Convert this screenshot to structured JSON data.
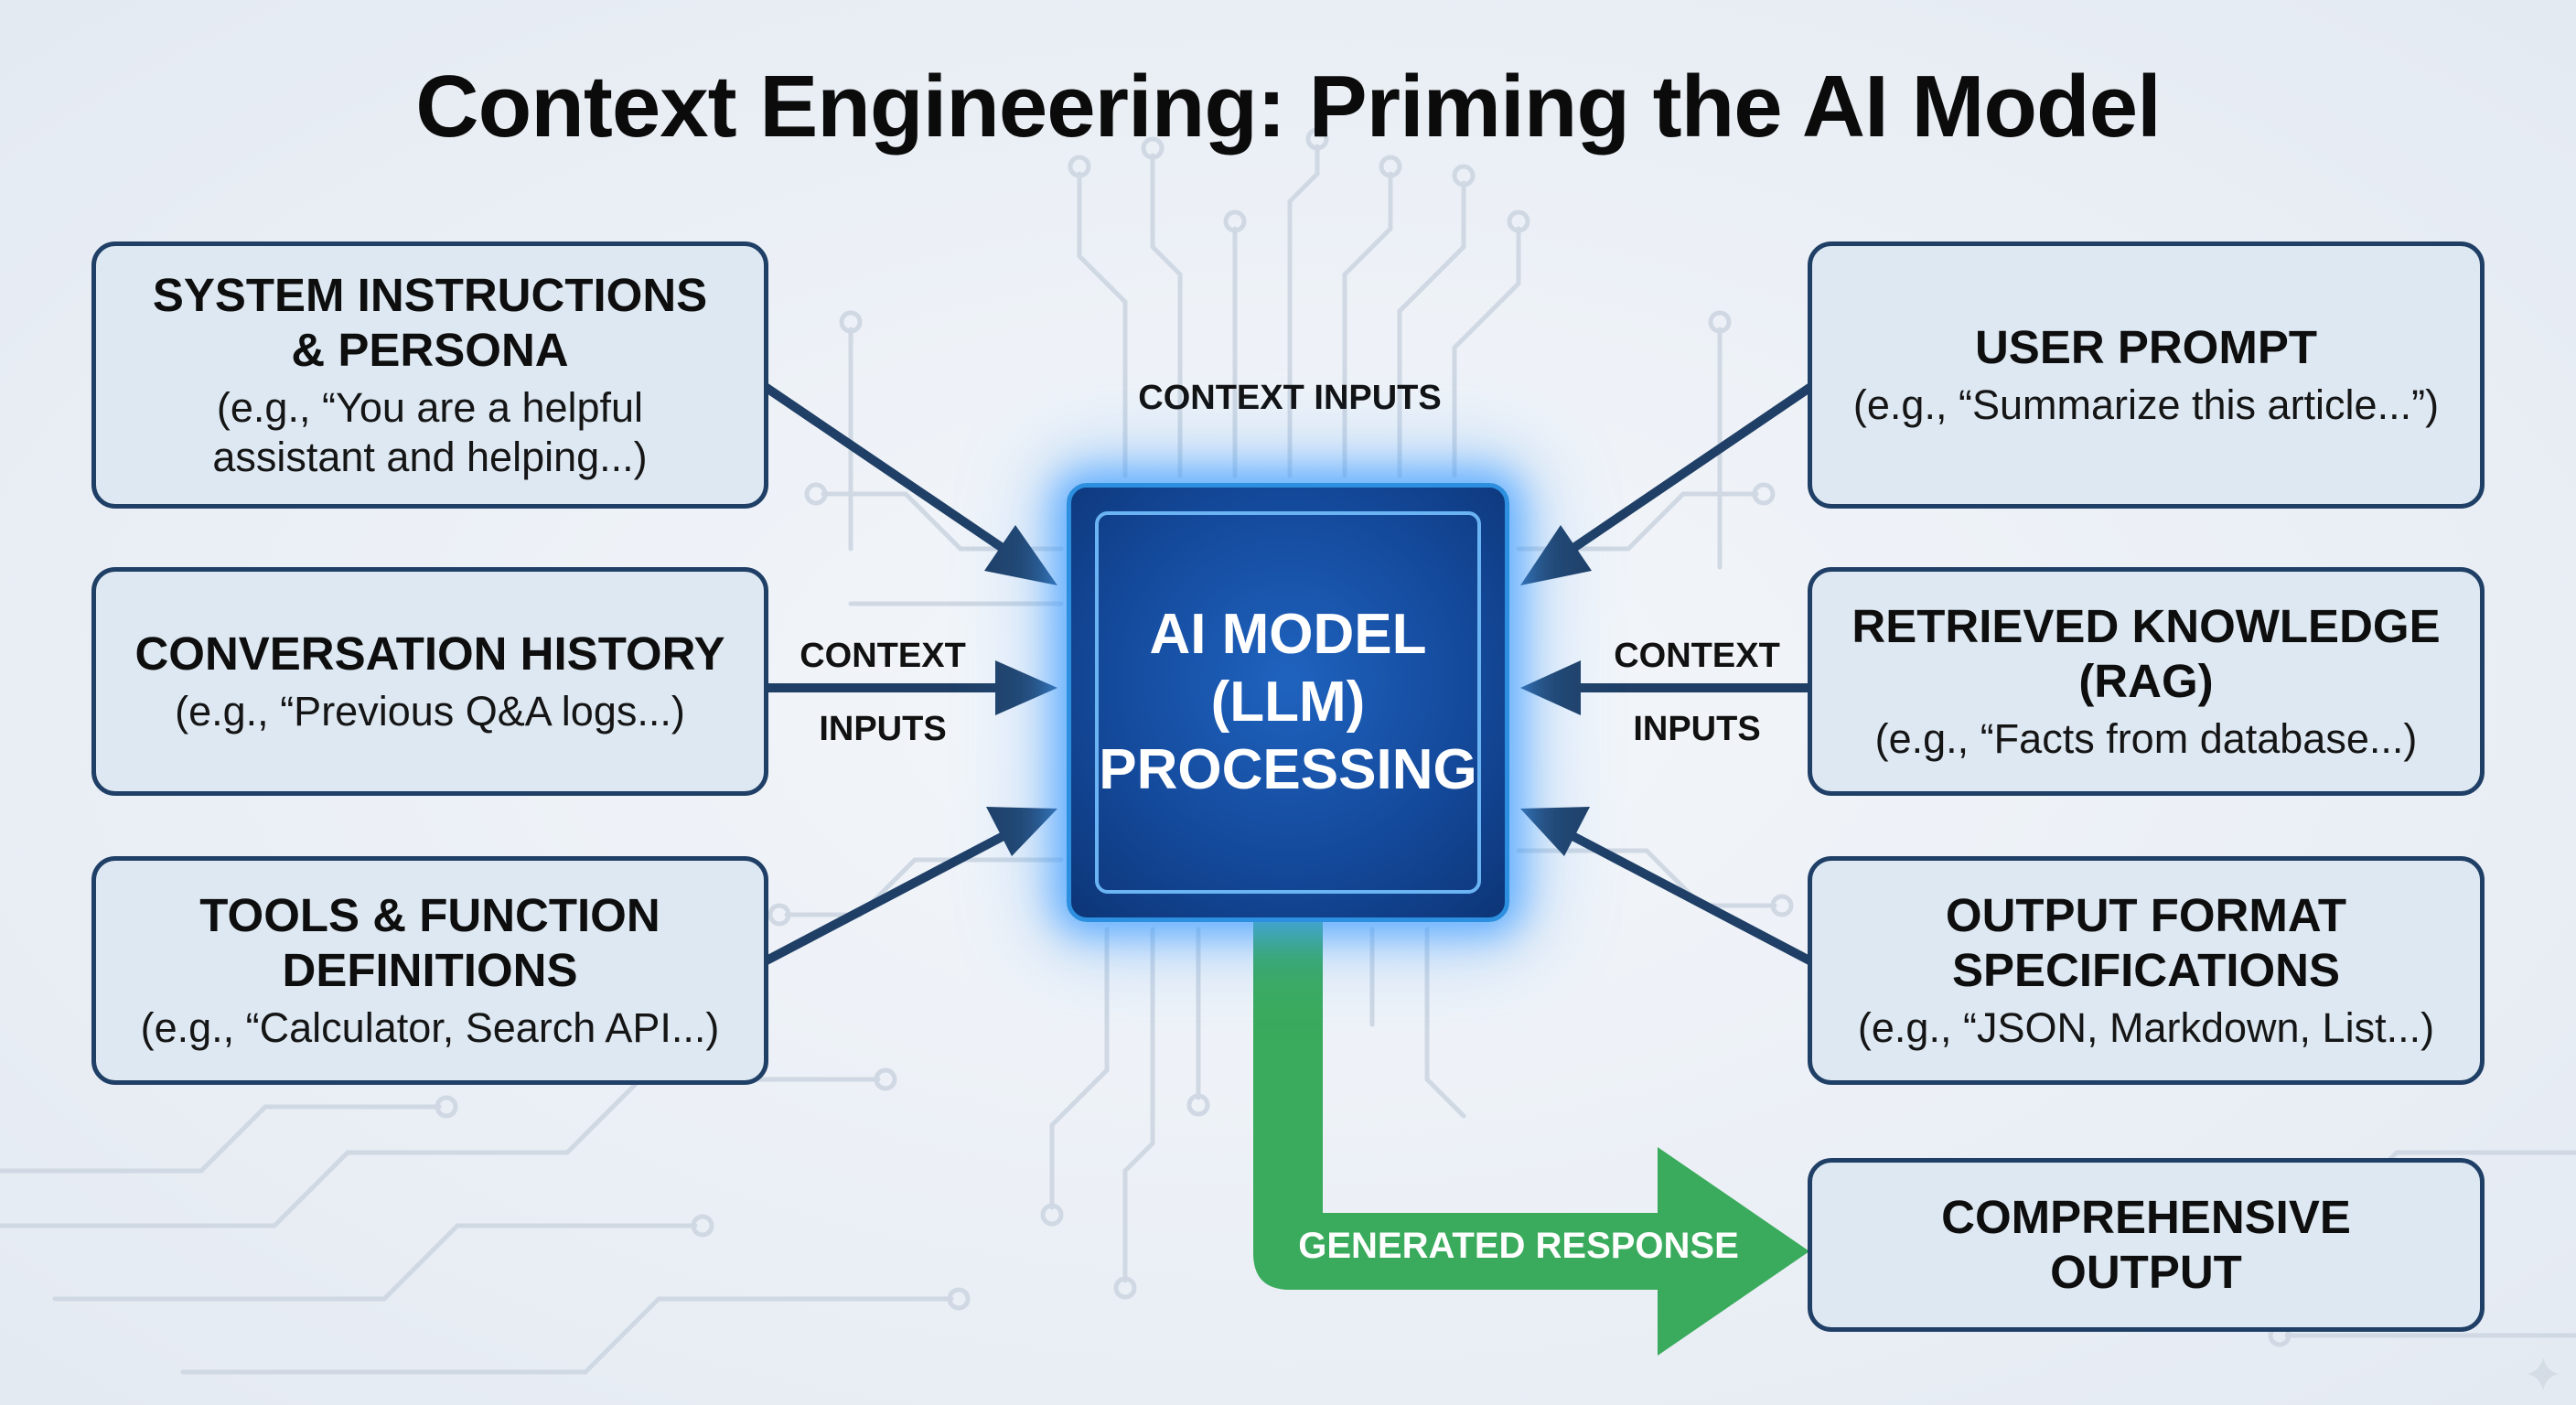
{
  "title": "Context Engineering: Priming the AI Model",
  "core": {
    "text": "AI MODEL\n(LLM)\nPROCESSING"
  },
  "flow_labels": {
    "top": "CONTEXT INPUTS",
    "left_line1": "CONTEXT",
    "left_line2": "INPUTS",
    "right_line1": "CONTEXT",
    "right_line2": "INPUTS",
    "response": "GENERATED RESPONSE"
  },
  "inputs": {
    "system": {
      "title": "SYSTEM INSTRUCTIONS\n& PERSONA",
      "desc": "(e.g., “You are a helpful\nassistant and helping...)"
    },
    "history": {
      "title": "CONVERSATION HISTORY",
      "desc": "(e.g., “Previous Q&A logs...)"
    },
    "tools": {
      "title": "TOOLS & FUNCTION\nDEFINITIONS",
      "desc": "(e.g., “Calculator, Search API...)"
    },
    "user_prompt": {
      "title": "USER PROMPT",
      "desc": "(e.g., “Summarize this article...”)"
    },
    "retrieved": {
      "title": "RETRIEVED KNOWLEDGE\n(RAG)",
      "desc": "(e.g., “Facts from database...)"
    },
    "output_format": {
      "title": "OUTPUT FORMAT\nSPECIFICATIONS",
      "desc": "(e.g., “JSON, Markdown, List...)"
    }
  },
  "output": {
    "title": "COMPREHENSIVE\nOUTPUT"
  },
  "colors": {
    "background": "#eef2f7",
    "box_fill": "#dde8f2",
    "box_border": "#1f3f66",
    "arrow": "#1f3f66",
    "core": "#144a9c",
    "core_glow": "#46a0ff",
    "response_arrow": "#3aab5c"
  }
}
